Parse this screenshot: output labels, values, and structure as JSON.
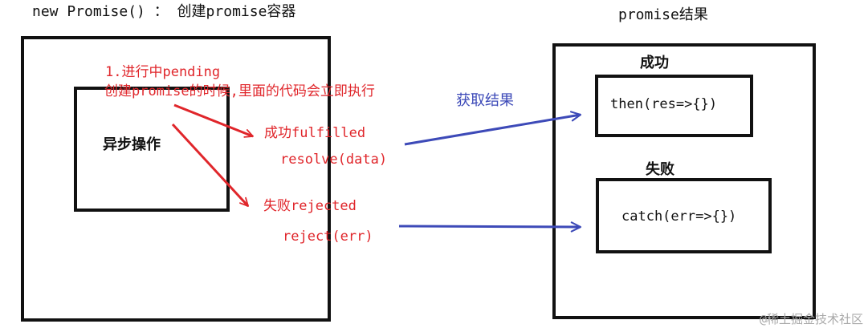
{
  "header": {
    "left_title": "new Promise() ： 创建promise容器",
    "right_title": "promise结果"
  },
  "container": {
    "pending_label": "1.进行中pending",
    "pending_note": "创建promise的时候,里面的代码会立即执行",
    "async_label": "异步操作",
    "fulfilled_label": "成功fulfilled",
    "resolve_call": "resolve(data)",
    "rejected_label": "失败rejected",
    "reject_call": "reject(err)"
  },
  "flow": {
    "get_result_label": "获取结果"
  },
  "result": {
    "success_title": "成功",
    "then_call": "then(res=>{})",
    "fail_title": "失败",
    "catch_call": "catch(err=>{})"
  },
  "watermark": {
    "text": "@稀土掘金技术社区"
  },
  "colors": {
    "outline": "#111111",
    "fulfilled_arrow": "#e0262b",
    "result_arrow": "#3d4ab8",
    "watermark": "#a9a9a9"
  }
}
